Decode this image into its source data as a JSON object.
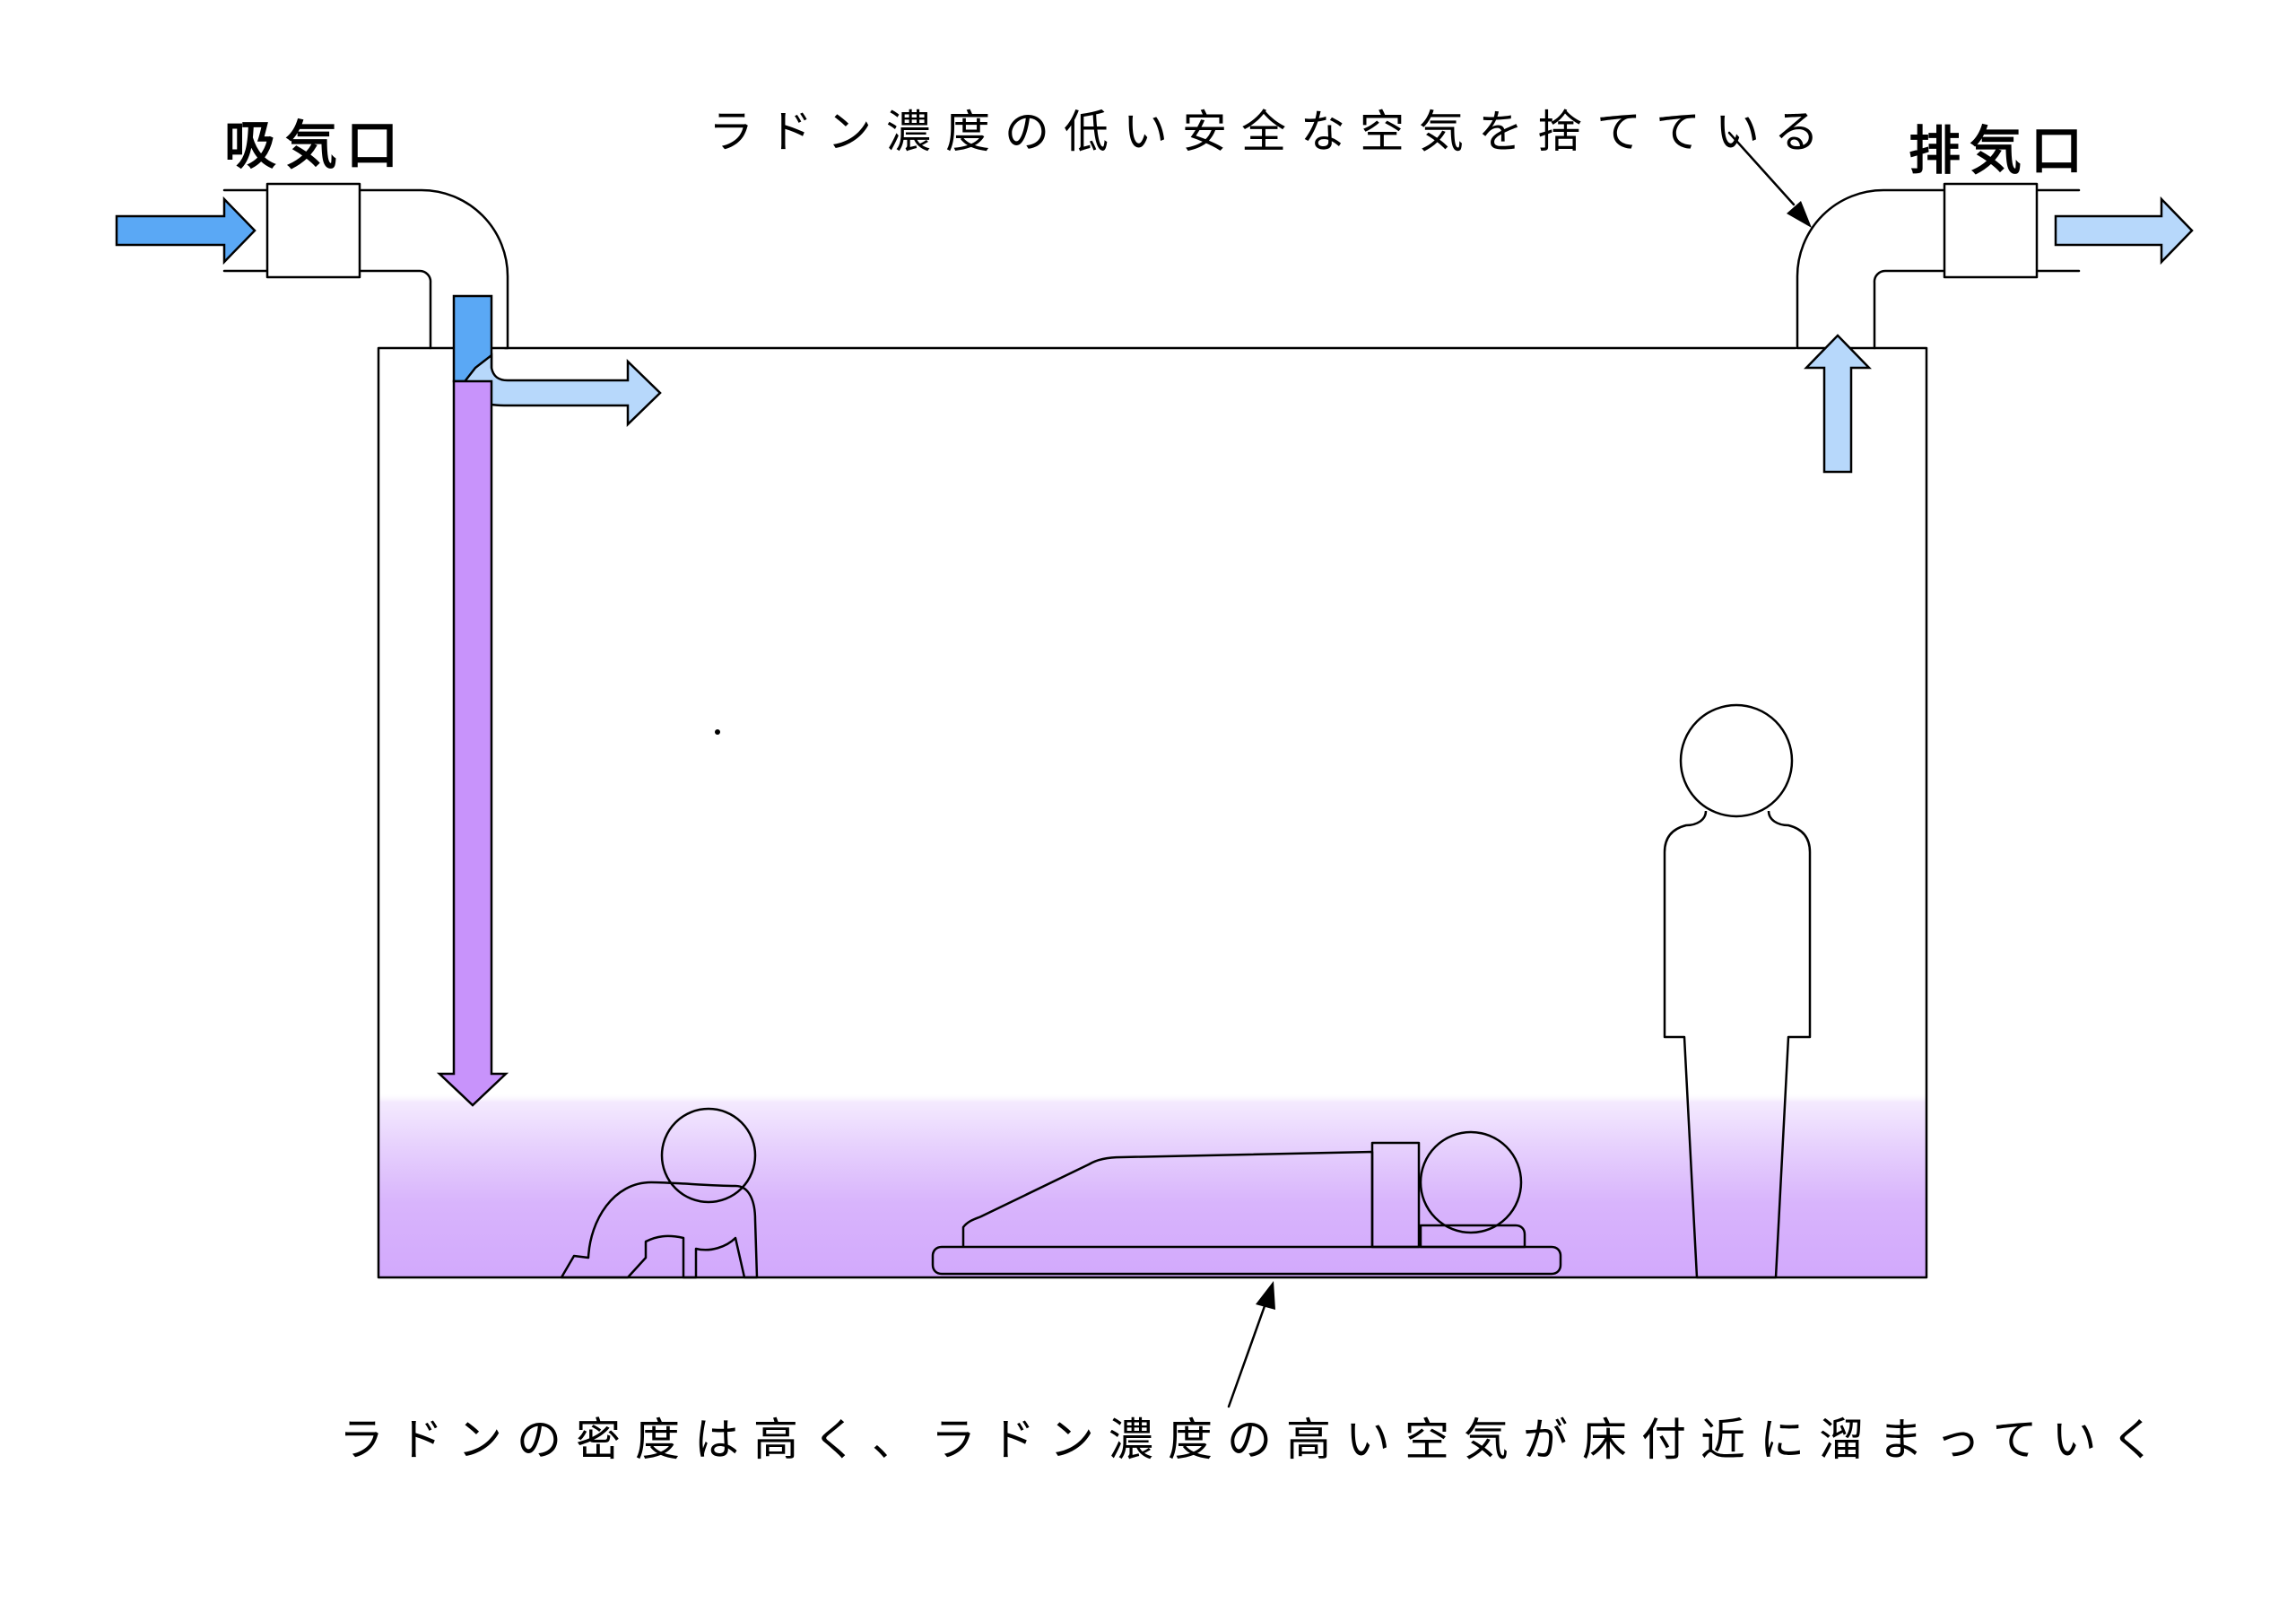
{
  "labels": {
    "intake": "吸気口",
    "exhaust": "排気口",
    "exhaust_note": "ラドン濃度の低い安全な空気を捨てている",
    "floor_note": "ラドンの密度は高く、ラドン濃度の高い空気が床付近に溜まっていく"
  },
  "colors": {
    "intake_air": "#5aa8f5",
    "exhaust_air": "#b7d8fb",
    "radon_air": "#c893fb",
    "radon_layer": "#d5aefc",
    "outline": "#000000",
    "background": "#ffffff"
  },
  "icons": {
    "intake_arrow": "arrow-right-icon",
    "exhaust_arrow": "arrow-right-icon",
    "rising_arrow": "arrow-up-icon",
    "falling_arrow": "arrow-down-icon",
    "crawling_baby": "baby-crawling-icon",
    "lying_person": "person-lying-icon",
    "standing_person": "person-standing-icon"
  }
}
